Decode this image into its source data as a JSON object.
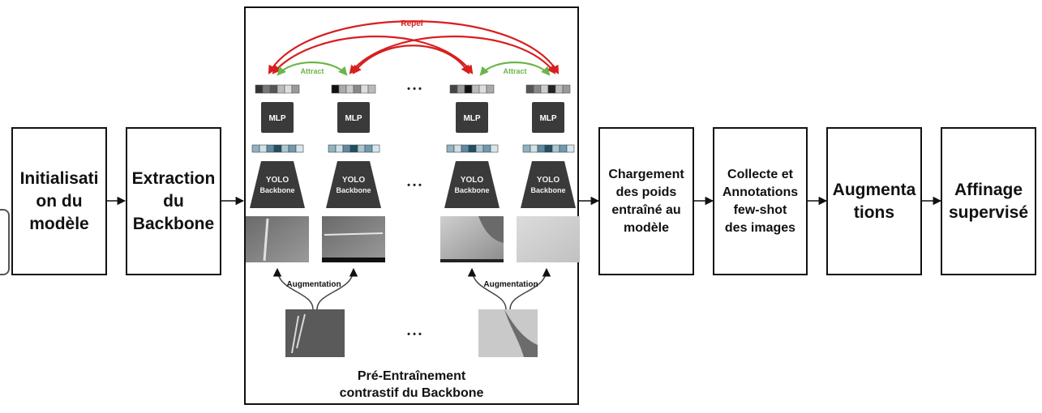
{
  "steps": {
    "init": "Initialisati\non du\nmodèle",
    "extract": "Extraction\ndu\nBackbone",
    "load": "Chargement\ndes poids\nentraîné au\nmodèle",
    "collect": "Collecte et\nAnnotations\nfew-shot\ndes images",
    "augment": "Augmenta\ntions",
    "finetune": "Affinage\nsupervisé"
  },
  "pretrain": {
    "caption": "Pré-Entraînement\ncontrastif du Backbone",
    "repel": "Repel",
    "attract": "Attract",
    "mlp": "MLP",
    "yolo": "YOLO",
    "backbone": "Backbone",
    "augmentation": "Augmentation",
    "ellipsis": "• • •"
  },
  "colors": {
    "repel": "#d81e1e",
    "attract": "#6cb54a",
    "block": "#3a3a3a",
    "feature_teal": "#1f4f63"
  }
}
